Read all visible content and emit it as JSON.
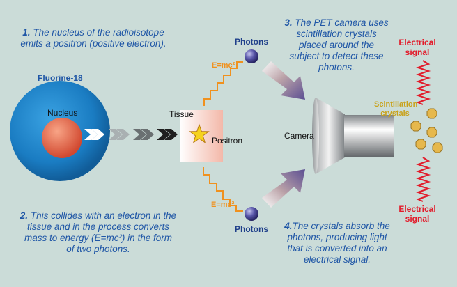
{
  "steps": [
    {
      "num": "1.",
      "text": "The nucleus of the radioisotope\nemits a positron (positive electron)."
    },
    {
      "num": "2.",
      "text": "This collides with an electron in the\ntissue and in the process converts\nmass to energy (E=mc²) in the form\nof two photons."
    },
    {
      "num": "3.",
      "text": "The PET camera uses\nscintillation crystals\nplaced around the\nsubject to detect these\nphotons."
    },
    {
      "num": "4.",
      "text": "The crystals absorb the\nphotons, producing light\nthat is converted into an\nelectrical signal."
    }
  ],
  "labels": {
    "fluorine": "Fluorine-18",
    "nucleus": "Nucleus",
    "tissue": "Tissue",
    "positron": "Positron",
    "photons_top": "Photons",
    "photons_bottom": "Photons",
    "emc_top": "E=mc²",
    "emc_bottom": "E=mc²",
    "camera": "Camera",
    "scintillation": "Scintillation\ncrystals",
    "signal_top": "Electrical\nsignal",
    "signal_bottom": "Electrical\nsignal"
  },
  "colors": {
    "background": "#cbdcd8",
    "step_text": "#1f56a6",
    "atom": "#1a82c8",
    "nucleus": "#e5644a",
    "emc_wave": "#f0911e",
    "signal": "#e21c2b",
    "photon": "#3c3a85",
    "crystal": "#e6b84c"
  }
}
